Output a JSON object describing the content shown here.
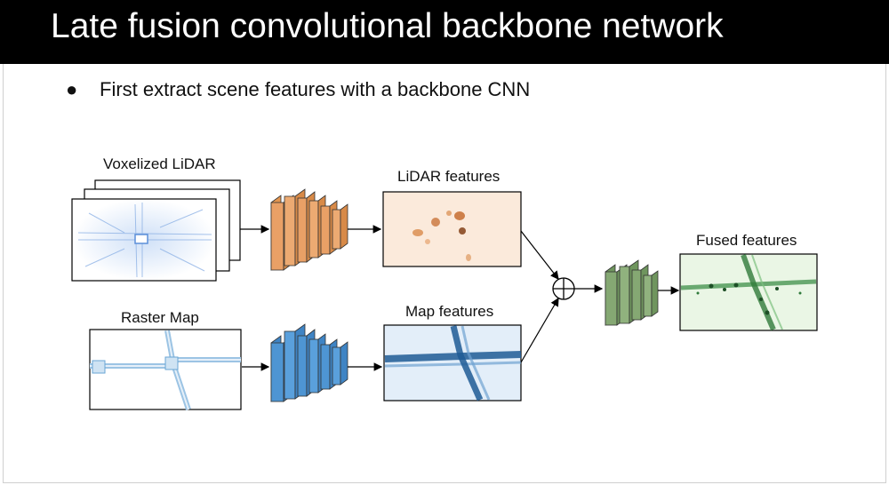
{
  "title": "Late fusion convolutional backbone network",
  "bullet": {
    "symbol": "●",
    "text": "First extract scene features with a backbone CNN"
  },
  "diagram": {
    "voxelized_label": "Voxelized LiDAR",
    "raster_label": "Raster Map",
    "lidar_features_label": "LiDAR features",
    "map_features_label": "Map features",
    "fused_features_label": "Fused features",
    "fusion_symbol": "⊕"
  },
  "colors": {
    "title_bg": "#000000",
    "lidar_cnn": "#e9a066",
    "map_cnn": "#4e95d3",
    "fused_cnn": "#85a873",
    "lidar_feature_map": "#fbeadb",
    "map_feature_map": "#e3eef9",
    "fused_feature_map": "#eaf6e5"
  }
}
